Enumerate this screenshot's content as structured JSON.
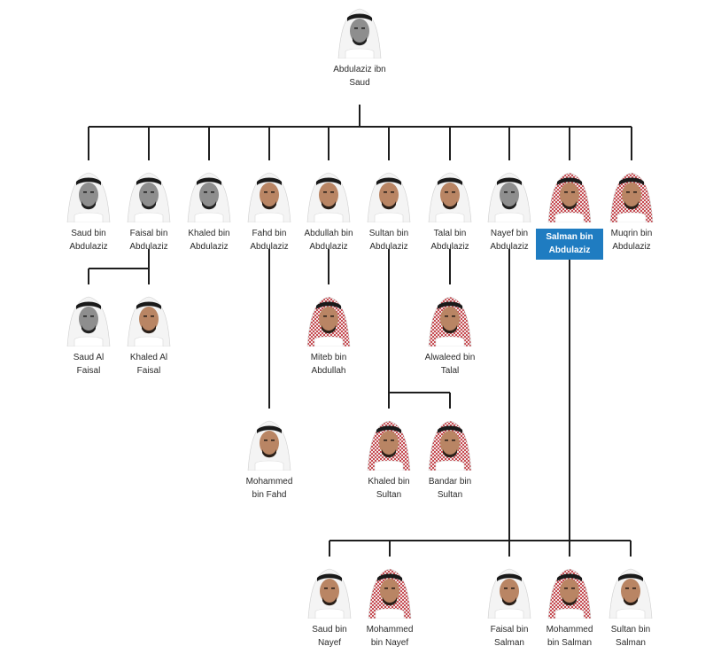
{
  "colors": {
    "line": "#1e1e1e",
    "highlight": "#1f7cc1",
    "ghutra_white": "#f4f4f4",
    "ghutra_red": "#c64b52",
    "skin": "#b98564"
  },
  "people": {
    "root": {
      "name": "Abdulaziz ibn Saud",
      "line1": "Abdulaziz ibn",
      "line2": "Saud",
      "headwear": "white"
    },
    "saud": {
      "name": "Saud bin Abdulaziz",
      "line1": "Saud bin",
      "line2": "Abdulaziz",
      "headwear": "white"
    },
    "faisal": {
      "name": "Faisal bin Abdulaziz",
      "line1": "Faisal bin",
      "line2": "Abdulaziz",
      "headwear": "white"
    },
    "khaled": {
      "name": "Khaled bin Abdulaziz",
      "line1": "Khaled bin",
      "line2": "Abdulaziz",
      "headwear": "white"
    },
    "fahd": {
      "name": "Fahd bin Abdulaziz",
      "line1": "Fahd bin",
      "line2": "Abdulaziz",
      "headwear": "white"
    },
    "abdullah": {
      "name": "Abdullah bin Abdulaziz",
      "line1": "Abdullah bin",
      "line2": "Abdulaziz",
      "headwear": "white"
    },
    "sultan": {
      "name": "Sultan bin Abdulaziz",
      "line1": "Sultan bin",
      "line2": "Abdulaziz",
      "headwear": "white"
    },
    "talal": {
      "name": "Talal bin Abdulaziz",
      "line1": "Talal bin",
      "line2": "Abdulaziz",
      "headwear": "white"
    },
    "nayef": {
      "name": "Nayef bin Abdulaziz",
      "line1": "Nayef bin",
      "line2": "Abdulaziz",
      "headwear": "white"
    },
    "salman": {
      "name": "Salman bin Abdulaziz",
      "line1": "Salman bin",
      "line2": "Abdulaziz",
      "headwear": "red",
      "highlighted": true
    },
    "muqrin": {
      "name": "Muqrin bin Abdulaziz",
      "line1": "Muqrin bin",
      "line2": "Abdulaziz",
      "headwear": "red"
    },
    "saud_al_faisal": {
      "name": "Saud Al Faisal",
      "line1": "Saud Al",
      "line2": "Faisal",
      "headwear": "white"
    },
    "khaled_al_faisal": {
      "name": "Khaled Al Faisal",
      "line1": "Khaled Al",
      "line2": "Faisal",
      "headwear": "white"
    },
    "miteb": {
      "name": "Miteb bin Abdullah",
      "line1": "Miteb bin",
      "line2": "Abdullah",
      "headwear": "red"
    },
    "alwaleed": {
      "name": "Alwaleed bin Talal",
      "line1": "Alwaleed bin",
      "line2": "Talal",
      "headwear": "red"
    },
    "mohammed_fahd": {
      "name": "Mohammed bin Fahd",
      "line1": "Mohammed",
      "line2": "bin Fahd",
      "headwear": "white"
    },
    "khaled_sultan": {
      "name": "Khaled bin Sultan",
      "line1": "Khaled bin",
      "line2": "Sultan",
      "headwear": "red"
    },
    "bandar": {
      "name": "Bandar bin Sultan",
      "line1": "Bandar bin",
      "line2": "Sultan",
      "headwear": "red"
    },
    "saud_nayef": {
      "name": "Saud bin Nayef",
      "line1": "Saud bin",
      "line2": "Nayef",
      "headwear": "white"
    },
    "mohammed_nayef": {
      "name": "Mohammed bin Nayef",
      "line1": "Mohammed",
      "line2": "bin Nayef",
      "headwear": "red"
    },
    "faisal_salman": {
      "name": "Faisal bin Salman",
      "line1": "Faisal bin",
      "line2": "Salman",
      "headwear": "white"
    },
    "mohammed_salman": {
      "name": "Mohammed bin Salman",
      "line1": "Mohammed",
      "line2": "bin Salman",
      "headwear": "red"
    },
    "sultan_salman": {
      "name": "Sultan bin Salman",
      "line1": "Sultan bin",
      "line2": "Salman",
      "headwear": "white"
    }
  },
  "edges": [
    [
      "root",
      "saud"
    ],
    [
      "root",
      "faisal"
    ],
    [
      "root",
      "khaled"
    ],
    [
      "root",
      "fahd"
    ],
    [
      "root",
      "abdullah"
    ],
    [
      "root",
      "sultan"
    ],
    [
      "root",
      "talal"
    ],
    [
      "root",
      "nayef"
    ],
    [
      "root",
      "salman"
    ],
    [
      "root",
      "muqrin"
    ],
    [
      "faisal",
      "saud_al_faisal"
    ],
    [
      "faisal",
      "khaled_al_faisal"
    ],
    [
      "abdullah",
      "miteb"
    ],
    [
      "talal",
      "alwaleed"
    ],
    [
      "fahd",
      "mohammed_fahd"
    ],
    [
      "sultan",
      "khaled_sultan"
    ],
    [
      "sultan",
      "bandar"
    ],
    [
      "nayef",
      "saud_nayef"
    ],
    [
      "nayef",
      "mohammed_nayef"
    ],
    [
      "salman",
      "faisal_salman"
    ],
    [
      "salman",
      "mohammed_salman"
    ],
    [
      "salman",
      "sultan_salman"
    ]
  ]
}
